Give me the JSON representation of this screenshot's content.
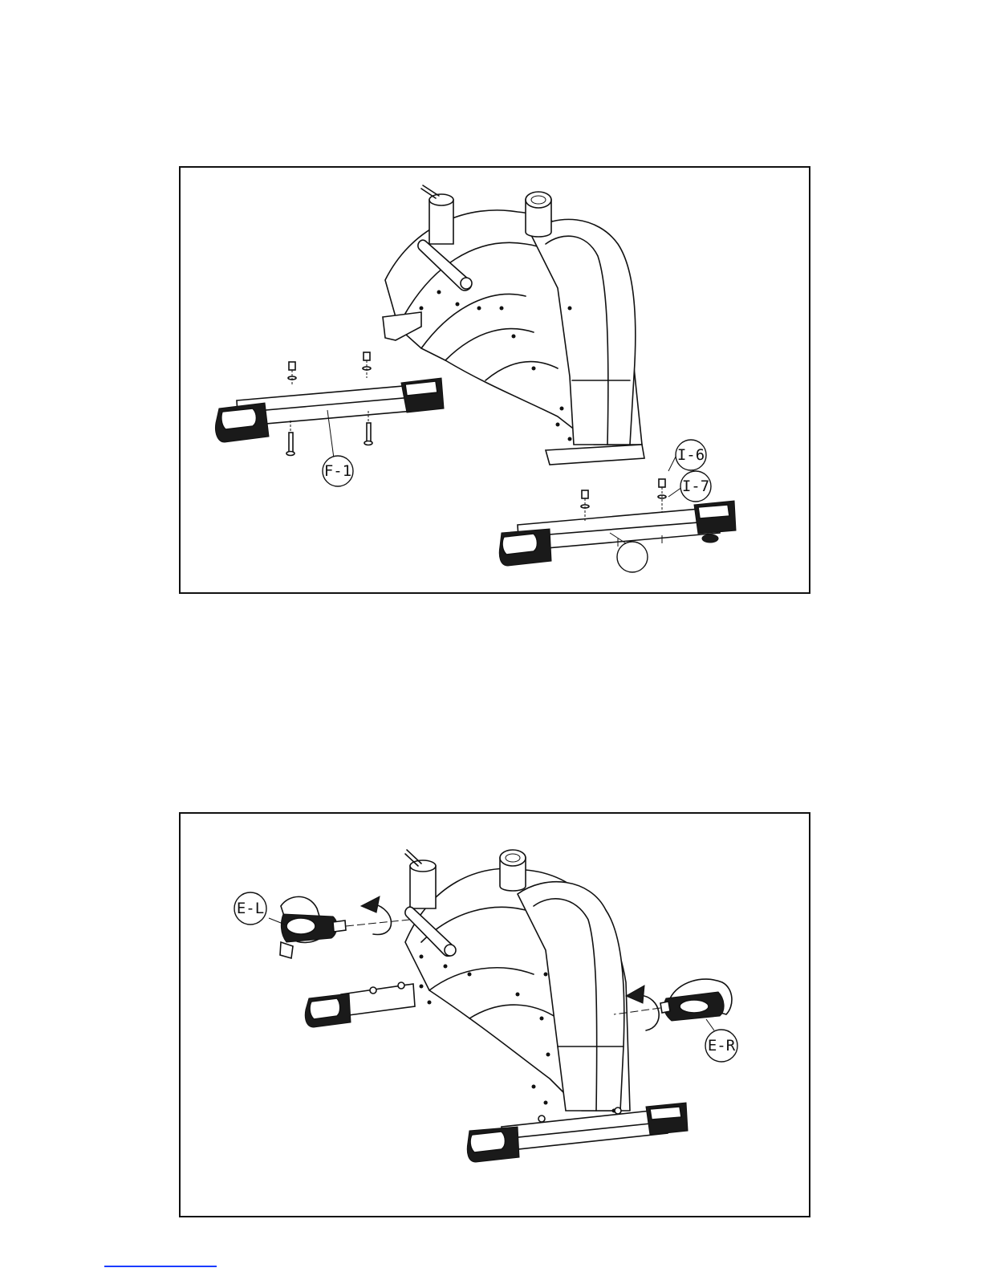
{
  "figures": [
    {
      "callouts": {
        "front_stabilizer": "F-1",
        "nut": "I-6",
        "washer": "I-7",
        "rear_stabilizer": ""
      }
    },
    {
      "callouts": {
        "left_pedal": "E-L",
        "right_pedal": "E-R"
      }
    }
  ]
}
